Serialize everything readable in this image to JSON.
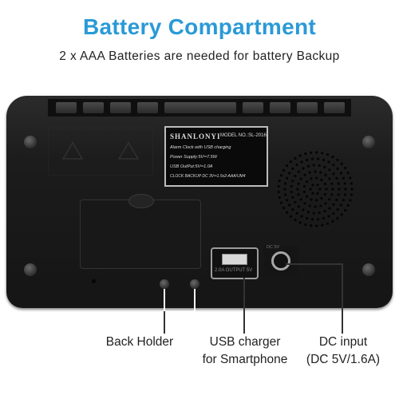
{
  "header": {
    "title": "Battery Compartment",
    "subtitle": "2 x AAA Batteries are needed for battery Backup"
  },
  "colors": {
    "title": "#2a9ad6",
    "device_body": "#1c1c1c",
    "callout_line": "#ffffff"
  },
  "product_label": {
    "brand": "SHANLONYI",
    "model": "MODEL NO.:SL-2016",
    "line1": "Alarm Clock  with USB charging",
    "line2": "Power Supply:5V═7.5W",
    "line3": "USB OutPut:5V═1.0A",
    "line4": "CLOCK BACKUP DC 3V═1.5x2-AAA/UM4"
  },
  "ports": {
    "usb_caption": "2.0A OUTPUT 5V",
    "dc_caption": "DC 5V"
  },
  "callouts": {
    "back_holder": "Back Holder",
    "usb_line1": "USB charger",
    "usb_line2": "for Smartphone",
    "dc_line1": "DC input",
    "dc_line2": "(DC 5V/1.6A)"
  }
}
